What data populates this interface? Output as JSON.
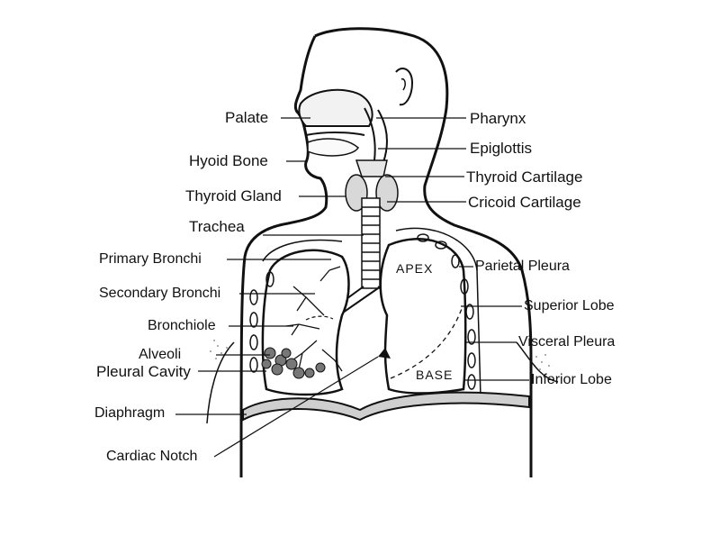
{
  "diagram": {
    "left_labels": [
      {
        "id": "palate",
        "text": "Palate"
      },
      {
        "id": "hyoid",
        "text": "Hyoid Bone"
      },
      {
        "id": "thyroid_gland",
        "text": "Thyroid Gland"
      },
      {
        "id": "trachea",
        "text": "Trachea"
      },
      {
        "id": "primary_bronchi",
        "text": "Primary Bronchi"
      },
      {
        "id": "secondary_bronchi",
        "text": "Secondary Bronchi"
      },
      {
        "id": "bronchiole",
        "text": "Bronchiole"
      },
      {
        "id": "alveoli",
        "text": "Alveoli"
      },
      {
        "id": "pleural_cavity",
        "text": "Pleural Cavity"
      },
      {
        "id": "diaphragm",
        "text": "Diaphragm"
      },
      {
        "id": "cardiac_notch",
        "text": "Cardiac Notch"
      }
    ],
    "right_labels": [
      {
        "id": "pharynx",
        "text": "Pharynx"
      },
      {
        "id": "epiglottis",
        "text": "Epiglottis"
      },
      {
        "id": "thyroid_cartilage",
        "text": "Thyroid Cartilage"
      },
      {
        "id": "cricoid_cartilage",
        "text": "Cricoid Cartilage"
      },
      {
        "id": "parietal_pleura",
        "text": "Parietal Pleura"
      },
      {
        "id": "superior_lobe",
        "text": "Superior Lobe"
      },
      {
        "id": "visceral_pleura",
        "text": "Visceral Pleura"
      },
      {
        "id": "inferior_lobe",
        "text": "Inferior Lobe"
      }
    ],
    "inner_labels": {
      "apex": "APEX",
      "base": "BASE"
    }
  }
}
